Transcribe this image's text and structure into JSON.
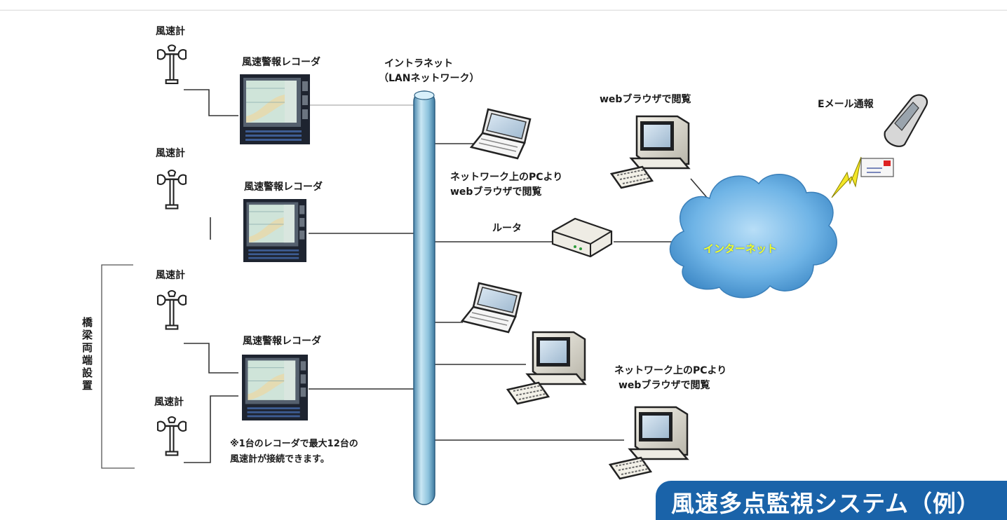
{
  "labels": {
    "anemometer": "風速計",
    "recorder": "風速警報レコーダ",
    "intranet_line1": "イントラネット",
    "intranet_line2": "（LANネットワーク）",
    "web_browse_top": "webブラウザで閲覧",
    "email": "Eメール通報",
    "network_pc_line1": "ネットワーク上のPCより",
    "network_pc_line2": "webブラウザで閲覧",
    "router": "ルータ",
    "internet": "インターネット",
    "bridge_both_ends": "橋梁両端設置",
    "note_line1": "※1台のレコーダで最大12台の",
    "note_line2": "風速計が接続できます。"
  },
  "banner_title": "風速多点監視システム（例）",
  "colors": {
    "banner": "#1a63a9",
    "pipe": "#9ecde3",
    "cloud": "#6fb4e6",
    "internet_text": "#f2ff2b",
    "lightning": "#f3e628"
  }
}
